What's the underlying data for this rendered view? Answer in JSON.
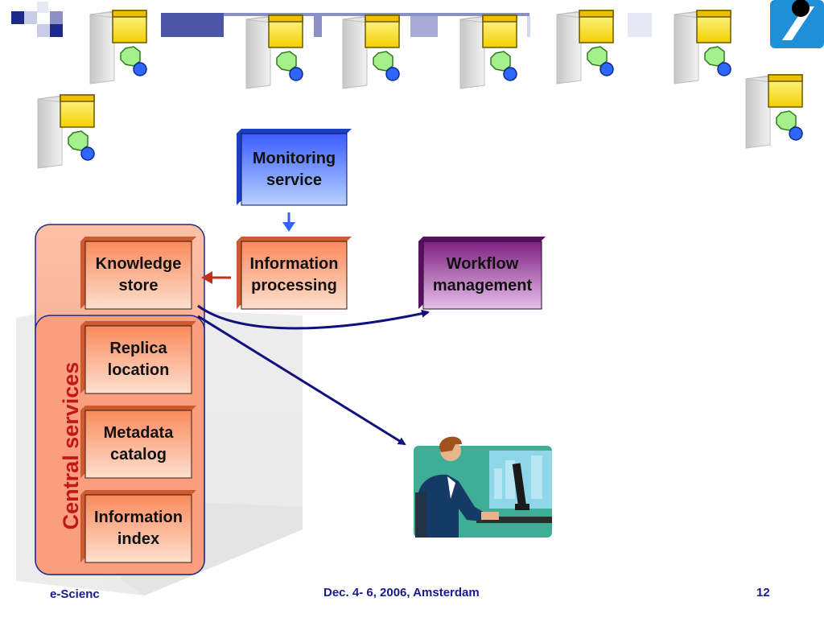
{
  "diagram": {
    "monitoring_service": "Monitoring service",
    "information_processing": "Information processing",
    "workflow_management": "Workflow management",
    "central_services": {
      "label": "Central services",
      "knowledge_store": "Knowledge store",
      "replica_location": "Replica location",
      "metadata_catalog": "Metadata catalog",
      "information_index": "Information index"
    }
  },
  "footer": {
    "left": "e-Scienc",
    "center": "Dec. 4- 6, 2006, Amsterdam",
    "page_number": "12"
  },
  "colors": {
    "accent_blue": "#2f66ff",
    "central_red": "#c01818",
    "box_orange": "#fbb696",
    "workflow_purple": "#a84aa6",
    "arrow_navy": "#101080"
  }
}
